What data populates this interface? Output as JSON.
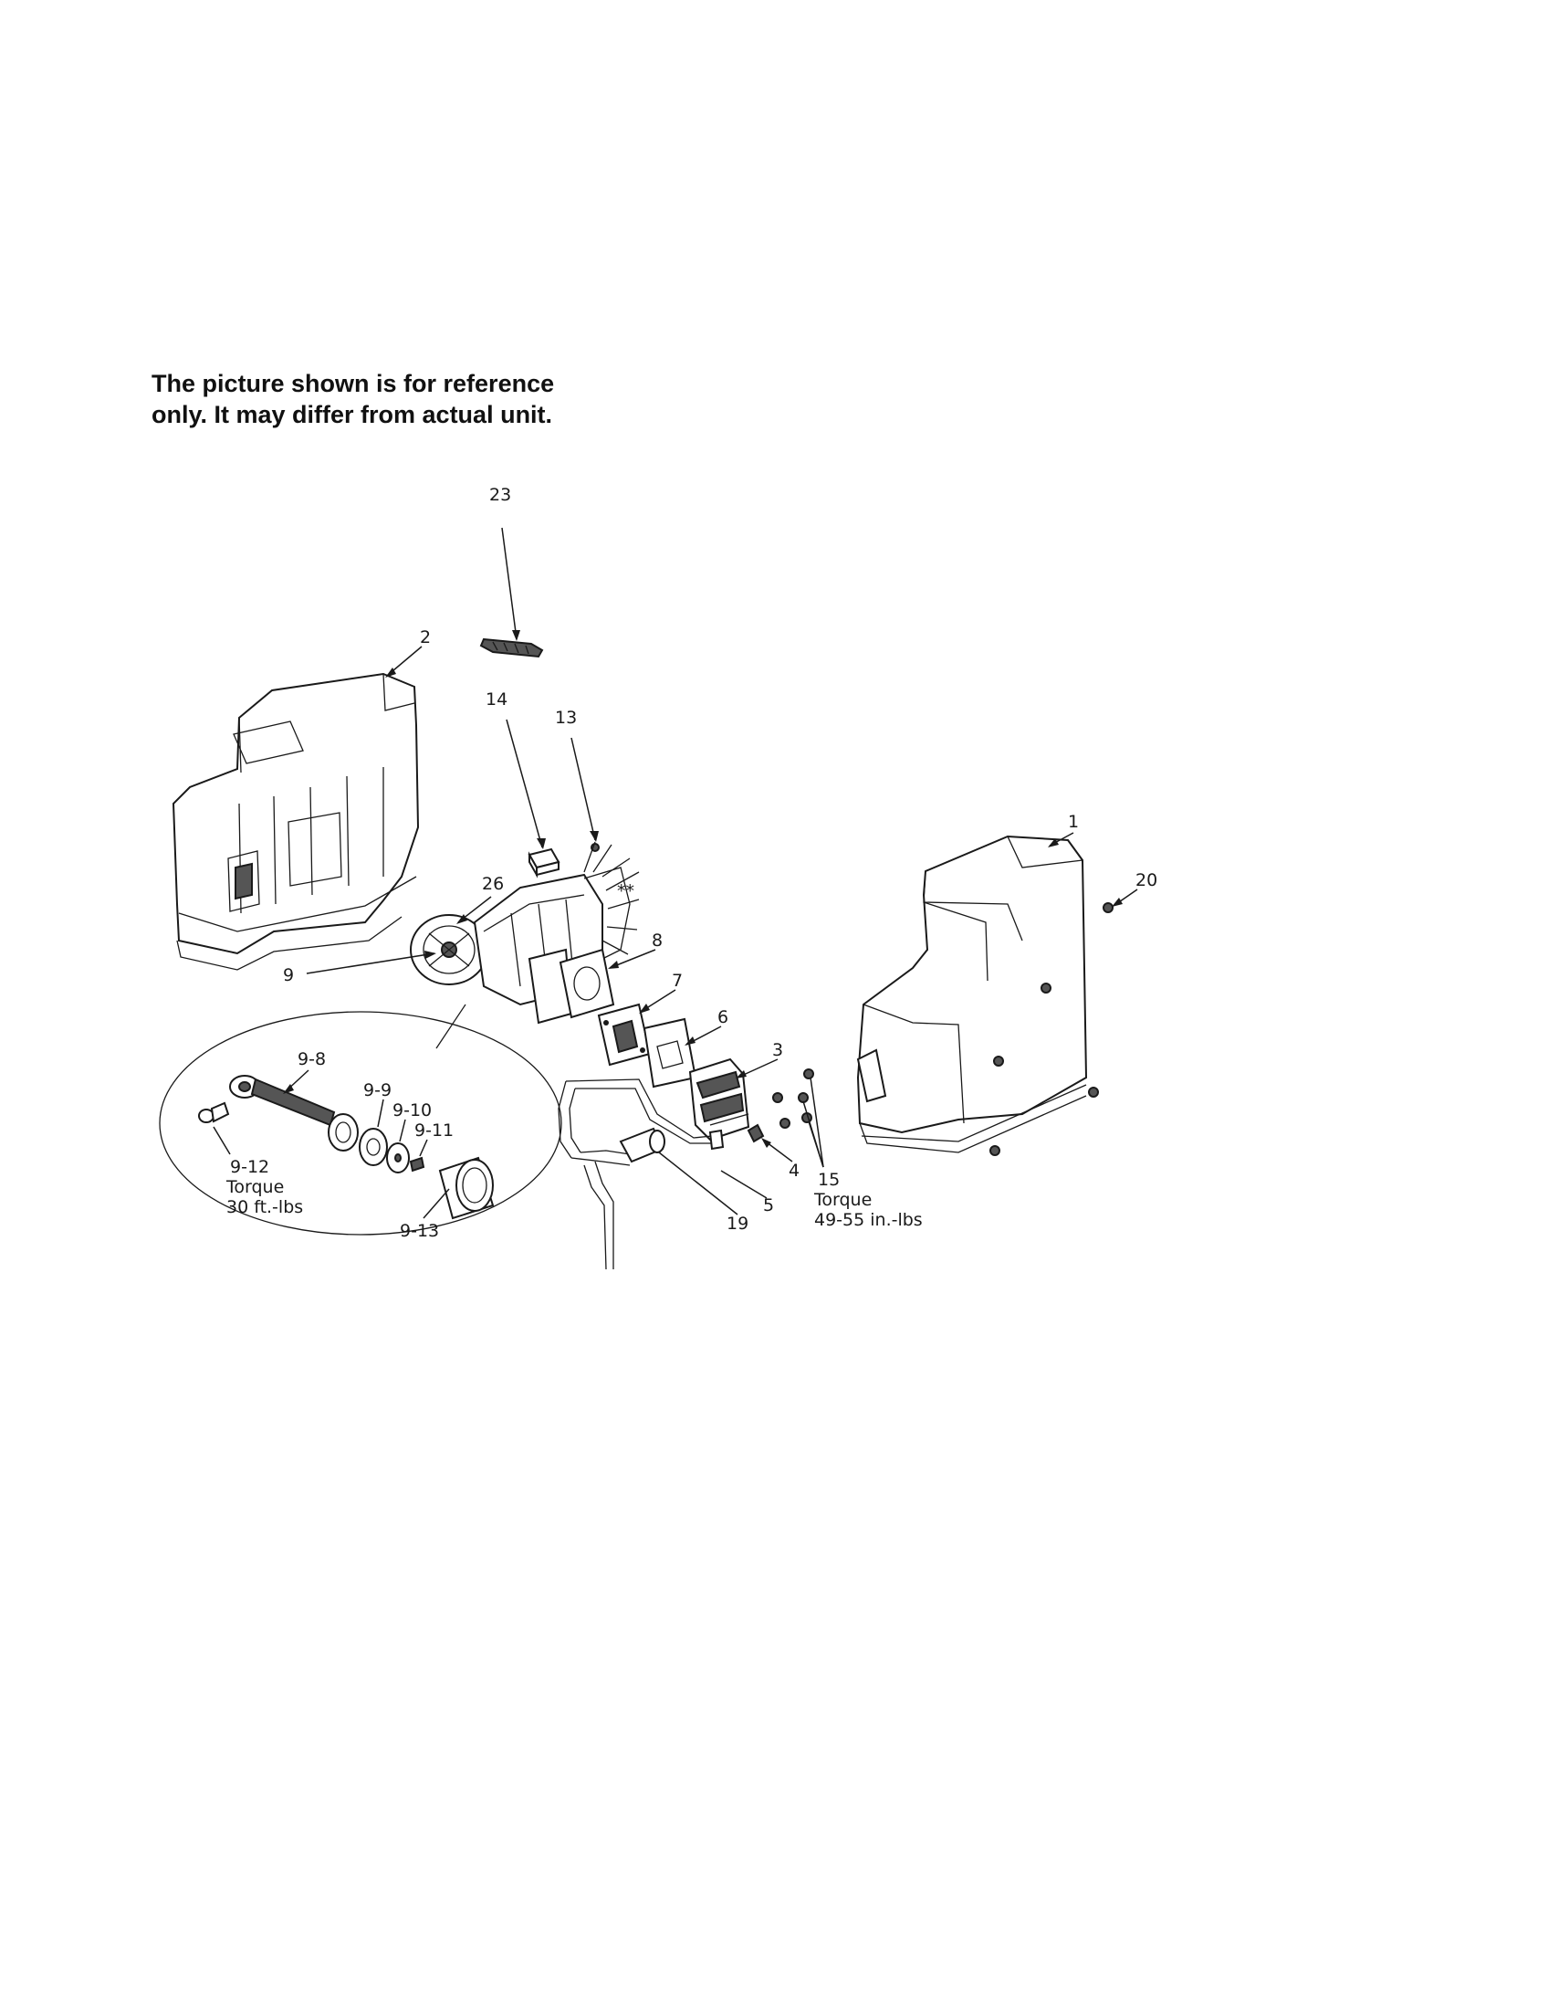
{
  "notice": {
    "line1": "The picture shown is for reference",
    "line2": "only. It may differ from actual unit."
  },
  "callouts": {
    "c23": "23",
    "c2": "2",
    "c14": "14",
    "c13": "13",
    "c1": "1",
    "c20": "20",
    "c26": "26",
    "c8": "8",
    "c7": "7",
    "c6": "6",
    "c3": "3",
    "c9": "9",
    "c9_8": "9-8",
    "c9_9": "9-9",
    "c9_10": "9-10",
    "c9_11": "9-11",
    "c9_12": "9-12",
    "c9_13": "9-13",
    "c4": "4",
    "c5": "5",
    "c15": "15",
    "c19": "19",
    "stars": "**"
  },
  "torque": {
    "rod_label": "Torque",
    "rod_value": "30 ft.-lbs",
    "head_label": "Torque",
    "head_value": "49-55 in.-lbs"
  }
}
